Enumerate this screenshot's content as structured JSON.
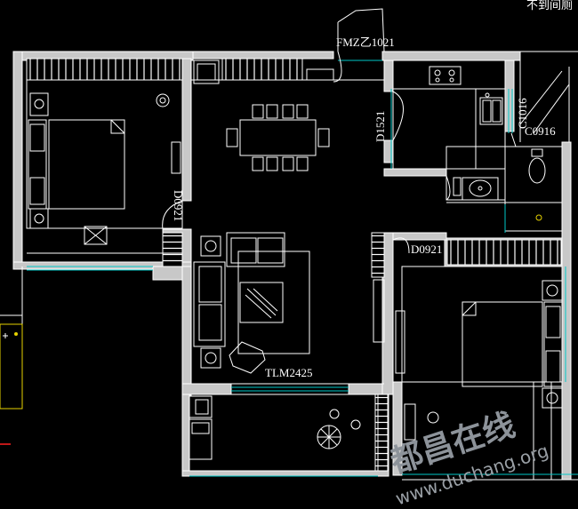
{
  "labels": {
    "door_main": "FMZ乙1021",
    "door_d1521": "D1521",
    "window_c1016": "C1016",
    "window_c0916": "C0916",
    "door_d0921_left": "D0921",
    "door_d0921_right": "D0921",
    "window_tlm2425": "TLM2425",
    "top_right_text": "不到间厕"
  },
  "watermark": {
    "chinese": "都昌在线",
    "url": "www.duchang.org"
  },
  "colors": {
    "background": "#000000",
    "wall_fill": "#c8c8c8",
    "line_white": "#ffffff",
    "window_cyan": "#00c8c8",
    "accent_yellow": "#e6d200",
    "accent_red": "#ff2020"
  }
}
